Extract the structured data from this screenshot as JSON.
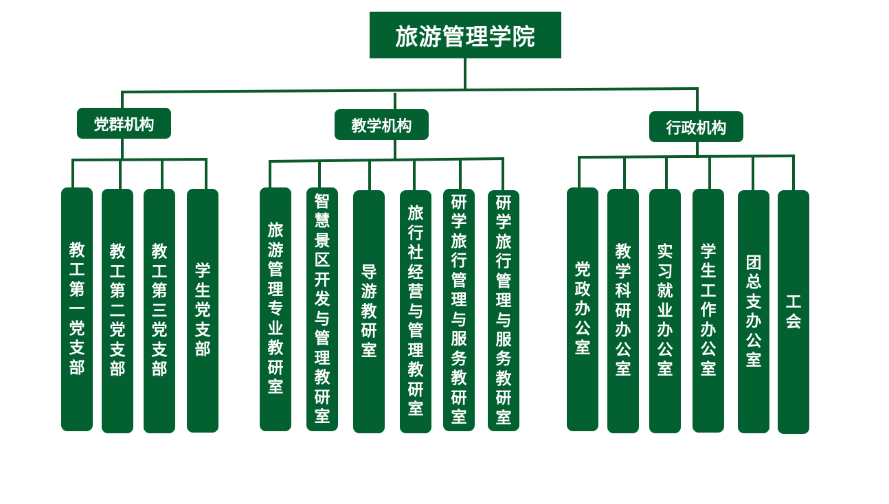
{
  "root": {
    "title": "旅游管理学院"
  },
  "groups": [
    {
      "label": "党群机构",
      "children": [
        "教工第一党支部",
        "教工第二党支部",
        "教工第三党支部",
        "学生党支部"
      ]
    },
    {
      "label": "教学机构",
      "children": [
        "旅游管理专业教研室",
        "智慧景区开发与管理教研室",
        "导游教研室",
        "旅行社经营与管理教研室",
        "研学旅行管理与服务教研室",
        "研学旅行管理与服务教研室"
      ]
    },
    {
      "label": "行政机构",
      "children": [
        "党政办公室",
        "教学科研办公室",
        "实习就业办公室",
        "学生工作办公室",
        "团总支办公室",
        "工会"
      ]
    }
  ],
  "colors": {
    "box": "#036030",
    "line": "#0b5a2a",
    "text": "#ffffff"
  }
}
